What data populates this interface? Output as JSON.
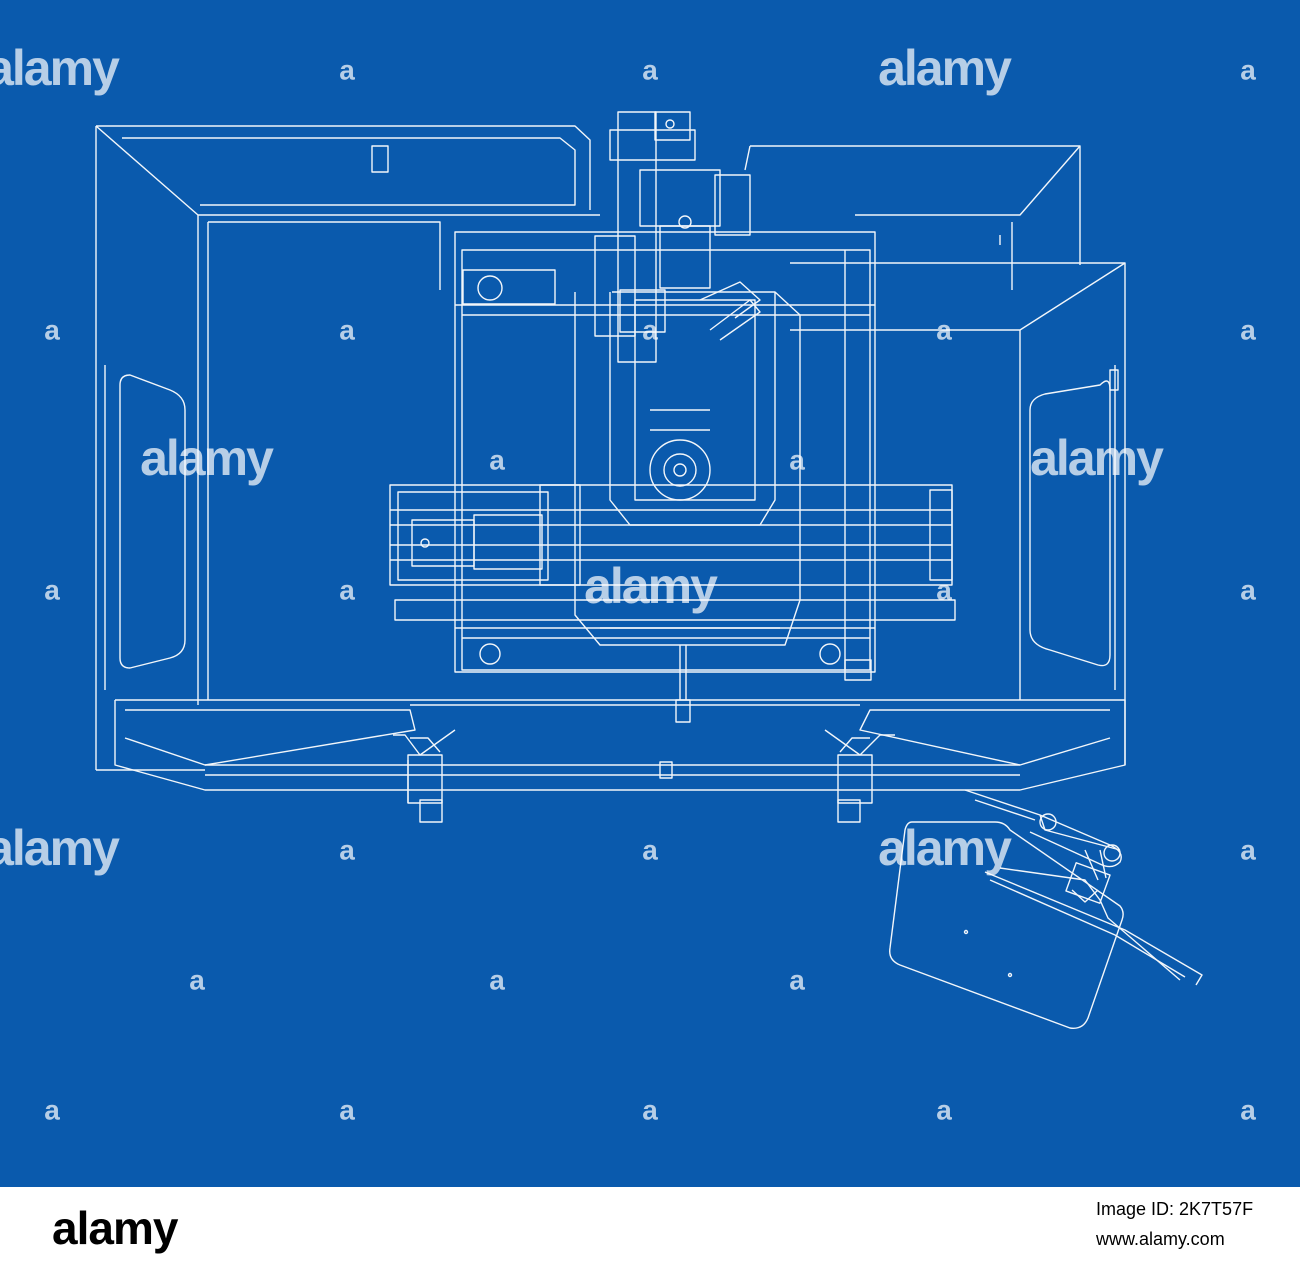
{
  "colors": {
    "background": "#0a5aad",
    "line": "#ffffff",
    "footer_background": "#ffffff",
    "footer_text": "#000000"
  },
  "watermark": {
    "brand": "alamy",
    "mark": "a"
  },
  "footer": {
    "brand": "alamy",
    "image_id": "Image ID: 2K7T57F",
    "url": "www.alamy.com"
  }
}
